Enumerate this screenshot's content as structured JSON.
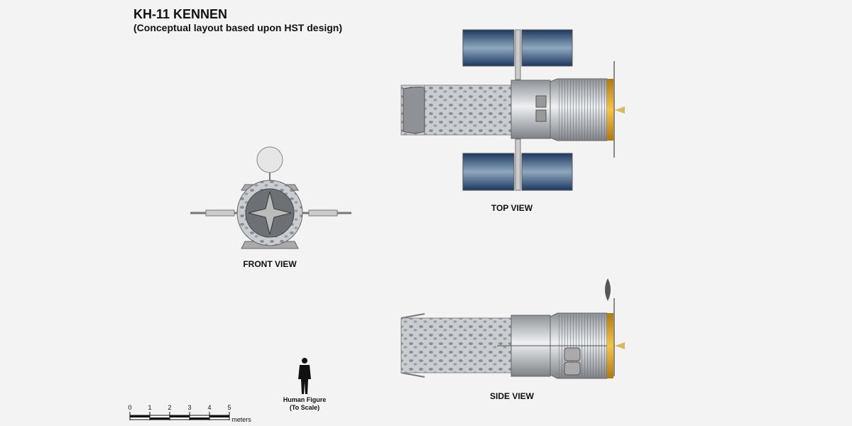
{
  "header": {
    "title": "KH-11 KENNEN",
    "subtitle": "(Conceptual layout based upon HST design)"
  },
  "views": {
    "top": "TOP VIEW",
    "front": "FRONT VIEW",
    "side": "SIDE VIEW"
  },
  "human_figure": {
    "line1": "Human Figure",
    "line2": "(To Scale)"
  },
  "scale_bar": {
    "ticks": [
      "0",
      "1",
      "2",
      "3",
      "4",
      "5"
    ],
    "unit": "meters"
  },
  "colors": {
    "background": "#f3f3f3",
    "panel": "#2e4f78",
    "body": "#b9bcc0",
    "gold": "#e0a820"
  }
}
